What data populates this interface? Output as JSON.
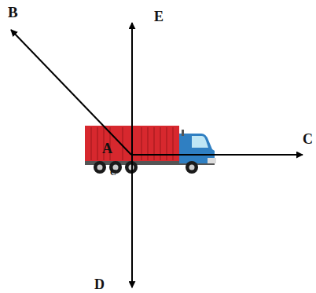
{
  "diagram": {
    "labels": [
      "B",
      "E",
      "A",
      "C",
      "C",
      "D"
    ]
  }
}
